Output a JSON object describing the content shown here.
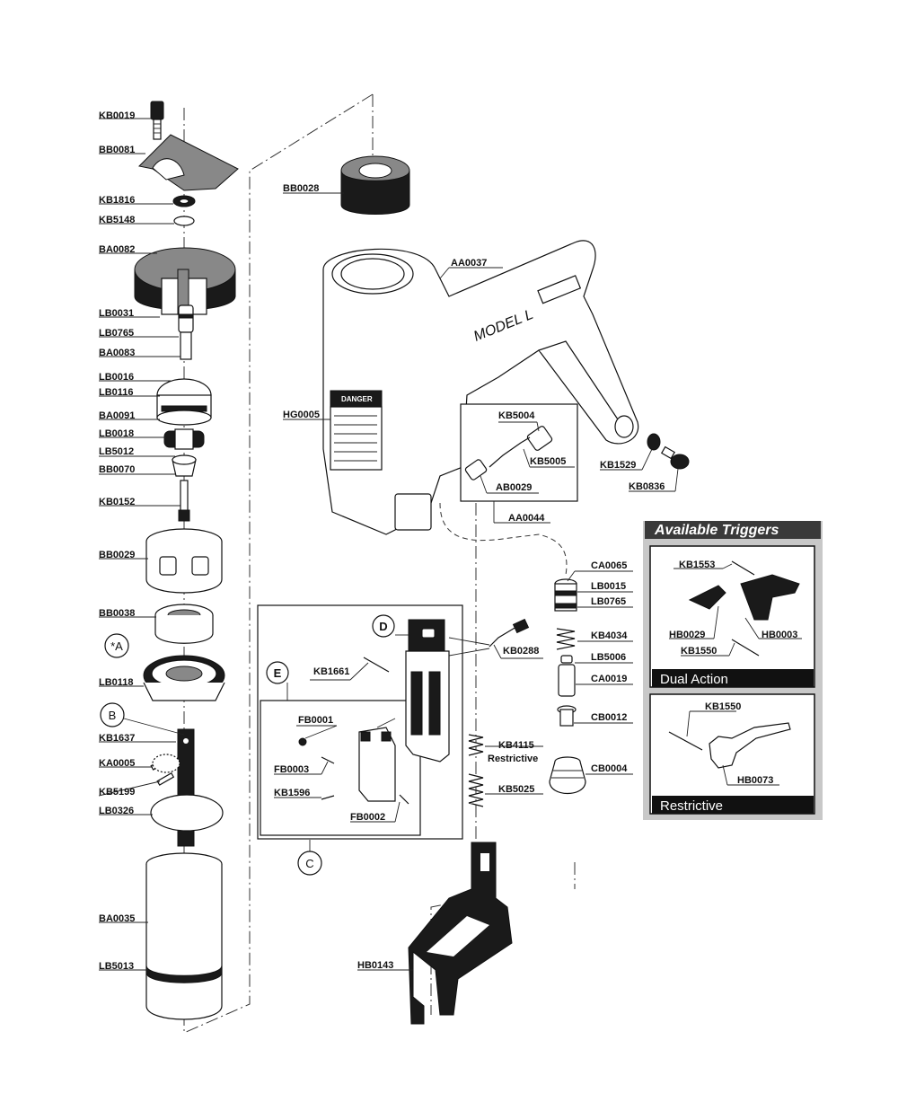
{
  "labels": {
    "KB0019": "KB0019",
    "BB0081": "BB0081",
    "KB1816": "KB1816",
    "KB5148": "KB5148",
    "BA0082": "BA0082",
    "LB0031": "LB0031",
    "LB0765a": "LB0765",
    "BA0083": "BA0083",
    "LB0016a": "LB0016",
    "LB0116": "LB0116",
    "BA0091": "BA0091",
    "LB0018": "LB0018",
    "LB5012": "LB5012",
    "BB0070": "BB0070",
    "KB0152": "KB0152",
    "BB0029": "BB0029",
    "BB0038": "BB0038",
    "LB0118": "LB0118",
    "KB1637": "KB1637",
    "KA0005": "KA0005",
    "KB5199": "KB5199",
    "LB0326": "LB0326",
    "BA0035": "BA0035",
    "LB5013": "LB5013",
    "BB0028": "BB0028",
    "AA0037": "AA0037",
    "HG0005": "HG0005",
    "KB5004": "KB5004",
    "KB5005": "KB5005",
    "AB0029": "AB0029",
    "AA0044": "AA0044",
    "KB1529": "KB1529",
    "KB0836": "KB0836",
    "CA0065": "CA0065",
    "LB0015": "LB0015",
    "LB0765b": "LB0765",
    "KB4034": "KB4034",
    "LB5006": "LB5006",
    "CA0019": "CA0019",
    "CB0012": "CB0012",
    "CB0004": "CB0004",
    "KB0288": "KB0288",
    "KB1661": "KB1661",
    "FB0001": "FB0001",
    "FB0003": "FB0003",
    "KB1596": "KB1596",
    "FB0002": "FB0002",
    "KB4115": "KB4115",
    "restrictive_note": "Restrictive",
    "KB5025": "KB5025",
    "HB0143": "HB0143",
    "KB1553": "KB1553",
    "HB0029": "HB0029",
    "KB1550a": "KB1550",
    "HB0003": "HB0003",
    "KB1550b": "KB1550",
    "HB0073": "HB0073"
  },
  "callouts": {
    "A": "*A",
    "B": "B",
    "C": "C",
    "D": "D",
    "E": "E"
  },
  "tool": {
    "model_name": "MODEL L",
    "warning": "DANGER"
  },
  "triggers_panel": {
    "title": "Available Triggers",
    "dual_action_caption": "Dual Action",
    "restrictive_caption": "Restrictive"
  }
}
